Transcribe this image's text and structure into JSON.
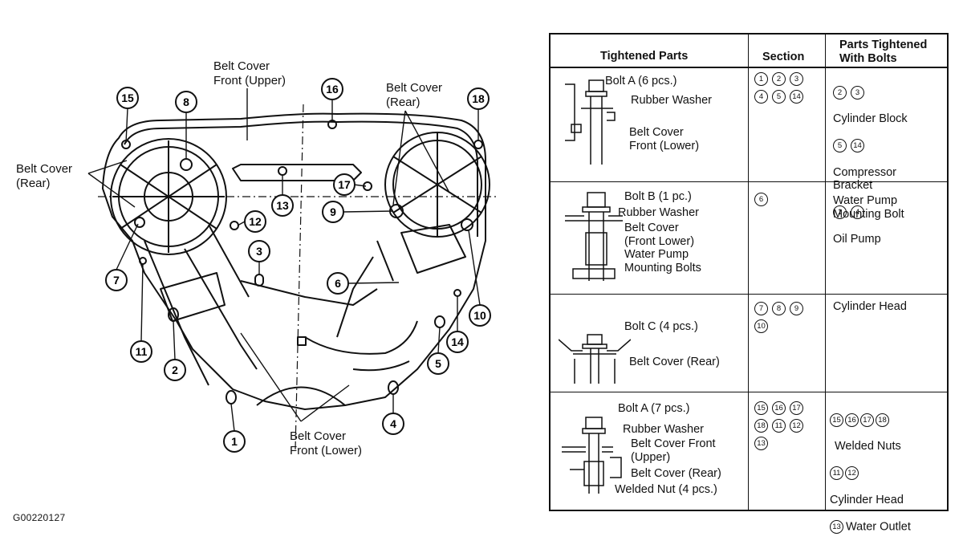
{
  "diagram": {
    "labels": {
      "belt_cover_front_upper": "Belt Cover\nFront (Upper)",
      "belt_cover_rear_left": "Belt Cover\n(Rear)",
      "belt_cover_rear_right": "Belt Cover\n(Rear)",
      "belt_cover_front_lower": "Belt Cover\nFront (Lower)"
    },
    "callouts": [
      "1",
      "2",
      "3",
      "4",
      "5",
      "6",
      "7",
      "8",
      "9",
      "10",
      "11",
      "12",
      "13",
      "14",
      "15",
      "16",
      "17",
      "18"
    ],
    "figure_id": "G00220127"
  },
  "table": {
    "headers": {
      "tightened_parts": "Tightened Parts",
      "section": "Section",
      "parts_with_bolts": "Parts Tightened\nWith Bolts"
    },
    "rows": [
      {
        "labels": [
          "Bolt A (6 pcs.)",
          "Rubber Washer",
          "Belt Cover\nFront (Lower)"
        ],
        "section": [
          "1",
          "2",
          "3",
          "4",
          "5",
          "14"
        ],
        "parts": [
          {
            "nums": [
              "2",
              "3"
            ],
            "text": "Cylinder Block"
          },
          {
            "nums": [
              "5",
              "14"
            ],
            "text": "Compressor\nBracket"
          },
          {
            "nums": [
              "1",
              "4"
            ],
            "text": "Oil Pump"
          }
        ]
      },
      {
        "labels": [
          "Bolt B (1 pc.)",
          "Rubber Washer",
          "Belt Cover\n(Front Lower)",
          "Water Pump\nMounting Bolts"
        ],
        "section": [
          "6"
        ],
        "parts": [
          {
            "nums": [],
            "text": "Water Pump\nMounting Bolt"
          }
        ]
      },
      {
        "labels": [
          "Bolt C (4 pcs.)",
          "Belt Cover (Rear)"
        ],
        "section": [
          "7",
          "8",
          "9",
          "10"
        ],
        "parts": [
          {
            "nums": [],
            "text": "Cylinder Head"
          }
        ]
      },
      {
        "labels": [
          "Bolt A (7 pcs.)",
          "Rubber Washer",
          "Belt Cover Front\n(Upper)",
          "Belt Cover (Rear)",
          "Welded Nut (4 pcs.)"
        ],
        "section": [
          "15",
          "16",
          "17",
          "18",
          "11",
          "12",
          "13"
        ],
        "parts": [
          {
            "nums": [
              "15",
              "16",
              "17",
              "18"
            ],
            "text": "Welded Nuts"
          },
          {
            "nums": [
              "11",
              "12"
            ],
            "text": "Cylinder Head"
          },
          {
            "nums": [
              "13"
            ],
            "text": "Water Outlet"
          }
        ]
      }
    ]
  }
}
